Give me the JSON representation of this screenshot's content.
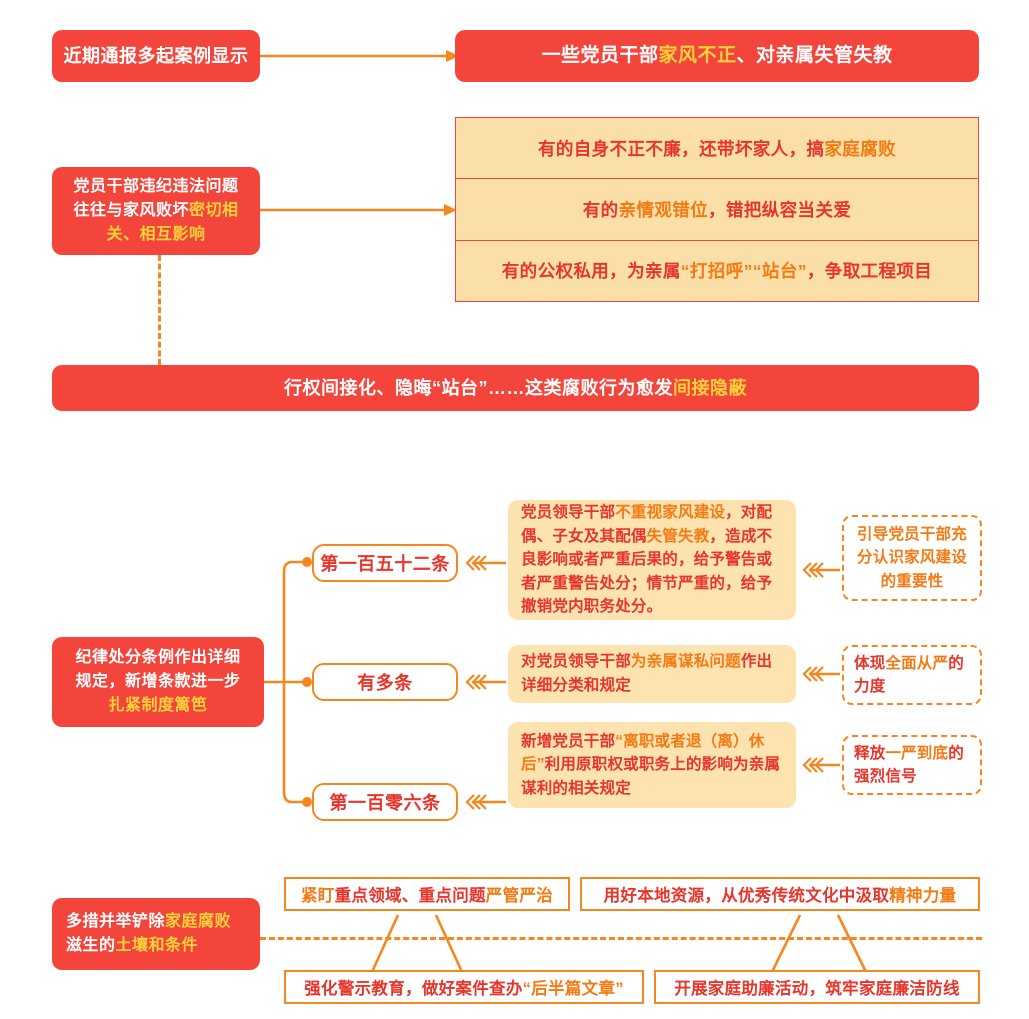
{
  "colors": {
    "red": "#F4453C",
    "orange": "#F5871F",
    "deep_orange": "#F47A14",
    "red_text": "#E8352B",
    "yellow_highlight": "#FFD23A",
    "cream_fill": "#FAE0A8",
    "soft_cream": "#FCE3B0",
    "white": "#FFFFFF"
  },
  "section_top": {
    "source_box": {
      "text": "近期通报多起案例显示"
    },
    "headline_banner": {
      "part1": "一些党员干部",
      "highlight": "家风不正",
      "part2": "、对亲属失管失教"
    },
    "cause_box": {
      "part1": "党员干部违纪违法问题",
      "part2": "往往与家风败坏",
      "highlight1": "密切相",
      "highlight2": "关、相互影响"
    },
    "examples_table": [
      {
        "a": "有的自身不正不廉，还带坏家人，搞",
        "hl": "家庭腐败",
        "b": ""
      },
      {
        "a": "有的",
        "hl": "亲情观错位",
        "b": "，错把纵容当关爱"
      },
      {
        "a": "有的公权私用，为亲属",
        "hl": "“打招呼”“站台”",
        "b": "，争取工程项目"
      }
    ],
    "conclusion_banner": {
      "part1": "行权间接化、隐晦“站台”……这类腐败行为愈发",
      "highlight": "间接隐蔽"
    }
  },
  "section_middle": {
    "root_box": {
      "part1": "纪律处分条例作出详细",
      "part2": "规定，新增条款进一步",
      "highlight": "扎紧制度篱笆"
    },
    "branches": [
      {
        "label": "第一百五十二条",
        "detail": {
          "seg1": "党员领导干部",
          "hl1": "不重视家风建设",
          "seg2": "，对配偶、子女及其配偶",
          "hl2": "失管失教",
          "seg3": "，造成不良影响或者严重后果的，给予警告或者严重警告处分；情节严重的，给予撤销党内职务处分。"
        },
        "effect": {
          "all_orange": true,
          "seg1": "引导党员干部充分认识家风建设的重要性"
        }
      },
      {
        "label": "有多条",
        "detail": {
          "seg1": "对党员领导干部",
          "hl1": "为亲属谋私问题",
          "seg2": "作出详细分类和规定",
          "hl2": "",
          "seg3": ""
        },
        "effect": {
          "all_orange": false,
          "seg1": "体现",
          "hl1": "全面从严",
          "seg2": "的力度"
        }
      },
      {
        "label": "第一百零六条",
        "detail": {
          "seg1": "新增党员干部",
          "hl1": "“离职或者退（离）休后”",
          "seg2": "利用原职权或职务上的影响为亲属谋利的相关规定",
          "hl2": "",
          "seg3": ""
        },
        "effect": {
          "all_orange": false,
          "seg1": "释放",
          "hl1": "一严到底",
          "seg2": "的强烈信号"
        }
      }
    ]
  },
  "section_bottom": {
    "root_box": {
      "part1": "多措并举铲除",
      "highlight1": "家庭腐败",
      "part2": "滋生的",
      "highlight2": "土壤和条件"
    },
    "measures": [
      {
        "hl1": "紧盯",
        "mid": "重点领域、重点问题",
        "hl2": "严管严治",
        "position": "top-left"
      },
      {
        "hl1": "",
        "mid": "用好本地资源，从优秀传统文化中汲取",
        "hl2": "精神力量",
        "position": "top-right"
      },
      {
        "hl1": "",
        "mid": "强化警示教育，做好案件查办",
        "hl2": "“后半篇文章”",
        "position": "bottom-left"
      },
      {
        "hl1": "",
        "mid": "开展家庭助廉活动，筑牢家庭廉洁防线",
        "hl2": "",
        "position": "bottom-right"
      }
    ]
  }
}
